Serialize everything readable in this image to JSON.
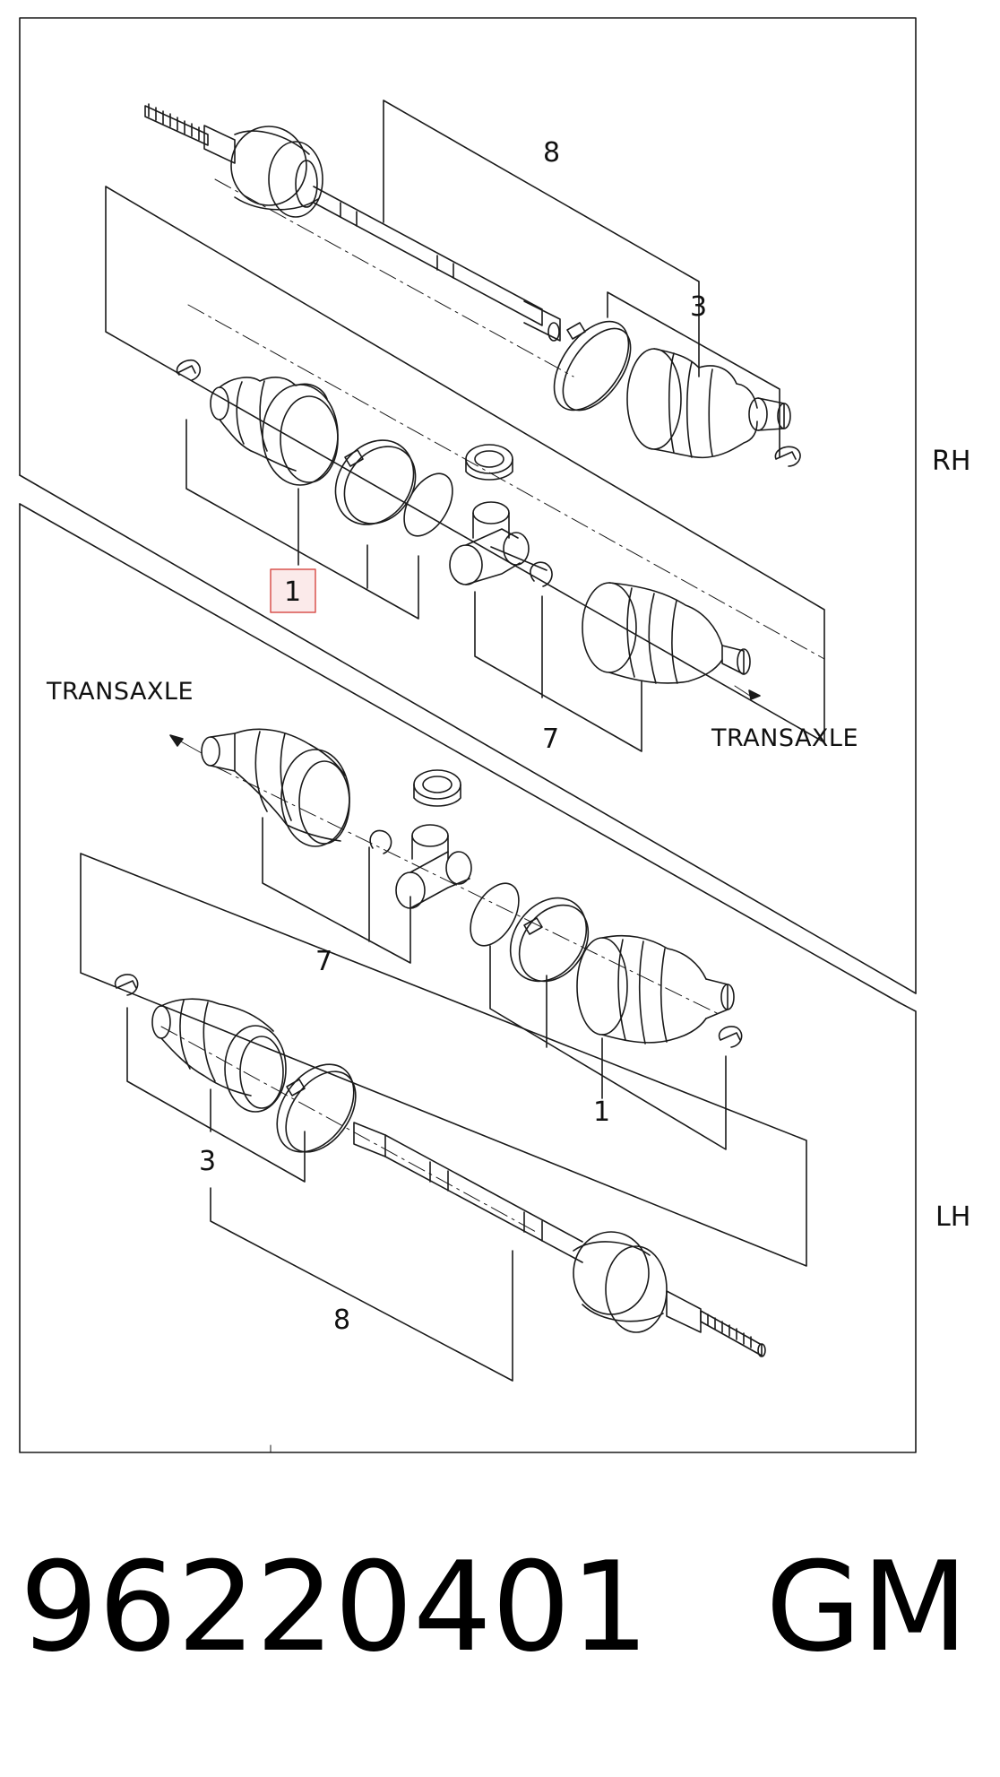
{
  "diagram": {
    "side_labels": {
      "rh": "RH",
      "lh": "LH"
    },
    "direction_labels": {
      "left": "TRANSAXLE",
      "right": "TRANSAXLE"
    },
    "callouts": {
      "rh": {
        "shaft": "8",
        "outer_clamp": "3",
        "outer_boot_kit": "1",
        "inner_boot_kit": "7"
      },
      "lh": {
        "inner_boot_kit": "7",
        "outer_boot_kit": "1",
        "outer_clamp": "3",
        "shaft": "8"
      }
    },
    "highlighted_callout": "1",
    "highlight_color": "#d9534f",
    "line_color": "#1a1a1a"
  },
  "caption": {
    "part_number": "96220401",
    "brand": "GM"
  }
}
